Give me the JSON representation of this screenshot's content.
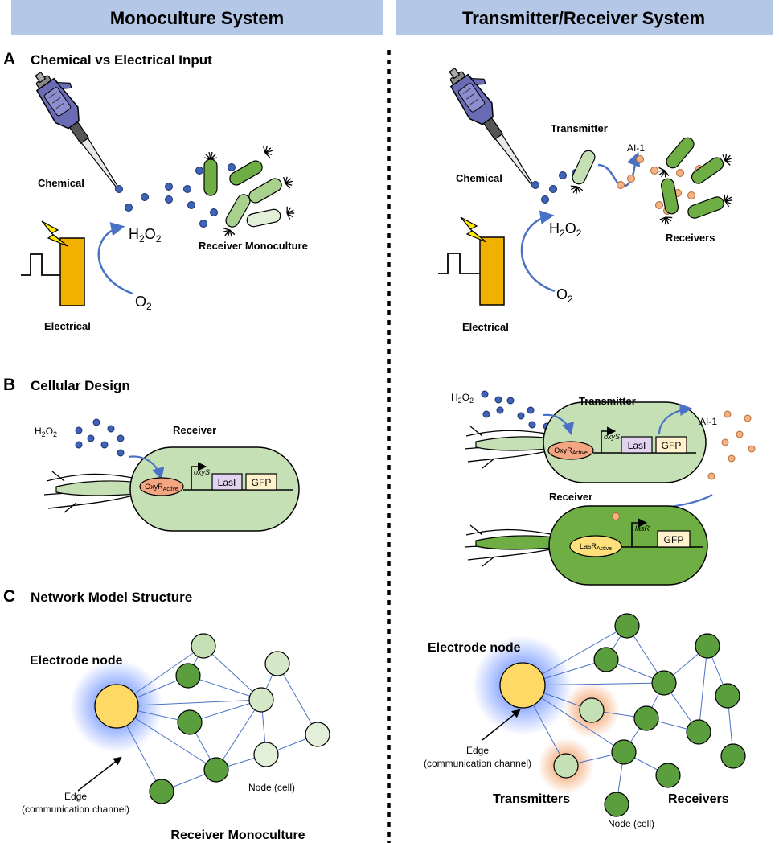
{
  "headers": {
    "left": "Monoculture System",
    "right": "Transmitter/Receiver System"
  },
  "sections": {
    "a": {
      "letter": "A",
      "title": "Chemical vs Electrical Input"
    },
    "b": {
      "letter": "B",
      "title": "Cellular Design"
    },
    "c": {
      "letter": "C",
      "title": "Network Model Structure"
    }
  },
  "labels": {
    "chemical": "Chemical",
    "electrical": "Electrical",
    "h2o2": "H2O2",
    "o2": "O2",
    "receiver_monoculture": "Receiver Monoculture",
    "transmitter": "Transmitter",
    "receivers": "Receivers",
    "receiver": "Receiver",
    "ai1": "AI-1",
    "oxyR": "OxyR",
    "lasR": "LasR",
    "active": "Active",
    "oxyS": "oxyS",
    "lasR_promoter": "lasR",
    "lasI": "LasI",
    "gfp": "GFP",
    "electrode_node": "Electrode node",
    "edge_line1": "Edge",
    "edge_line2": "(communication channel)",
    "node_cell": "Node (cell)",
    "transmitters": "Transmitters"
  },
  "colors": {
    "header_bg": "#b4c7e7",
    "h2o2_dot": "#3f63b5",
    "ai1_dot": "#f4b183",
    "receiver_green": "#6fae45",
    "transmitter_green": "#c5e0b4",
    "electrode_yellow": "#ffd966",
    "electrode_glow": "#7f9fff",
    "transmitter_glow": "#f4b183",
    "node_dark": "#5b9e3d",
    "node_light": "#d5e8c8",
    "edge_line": "#4a72c4",
    "pipette_purple": "#6a6bb5",
    "electrode_plate": "#f2b100",
    "lasI_box": "#e2d3f0",
    "gfp_box": "#fff2cc",
    "oxyR_oval": "#f4a582",
    "lasR_oval": "#ffe07a"
  }
}
